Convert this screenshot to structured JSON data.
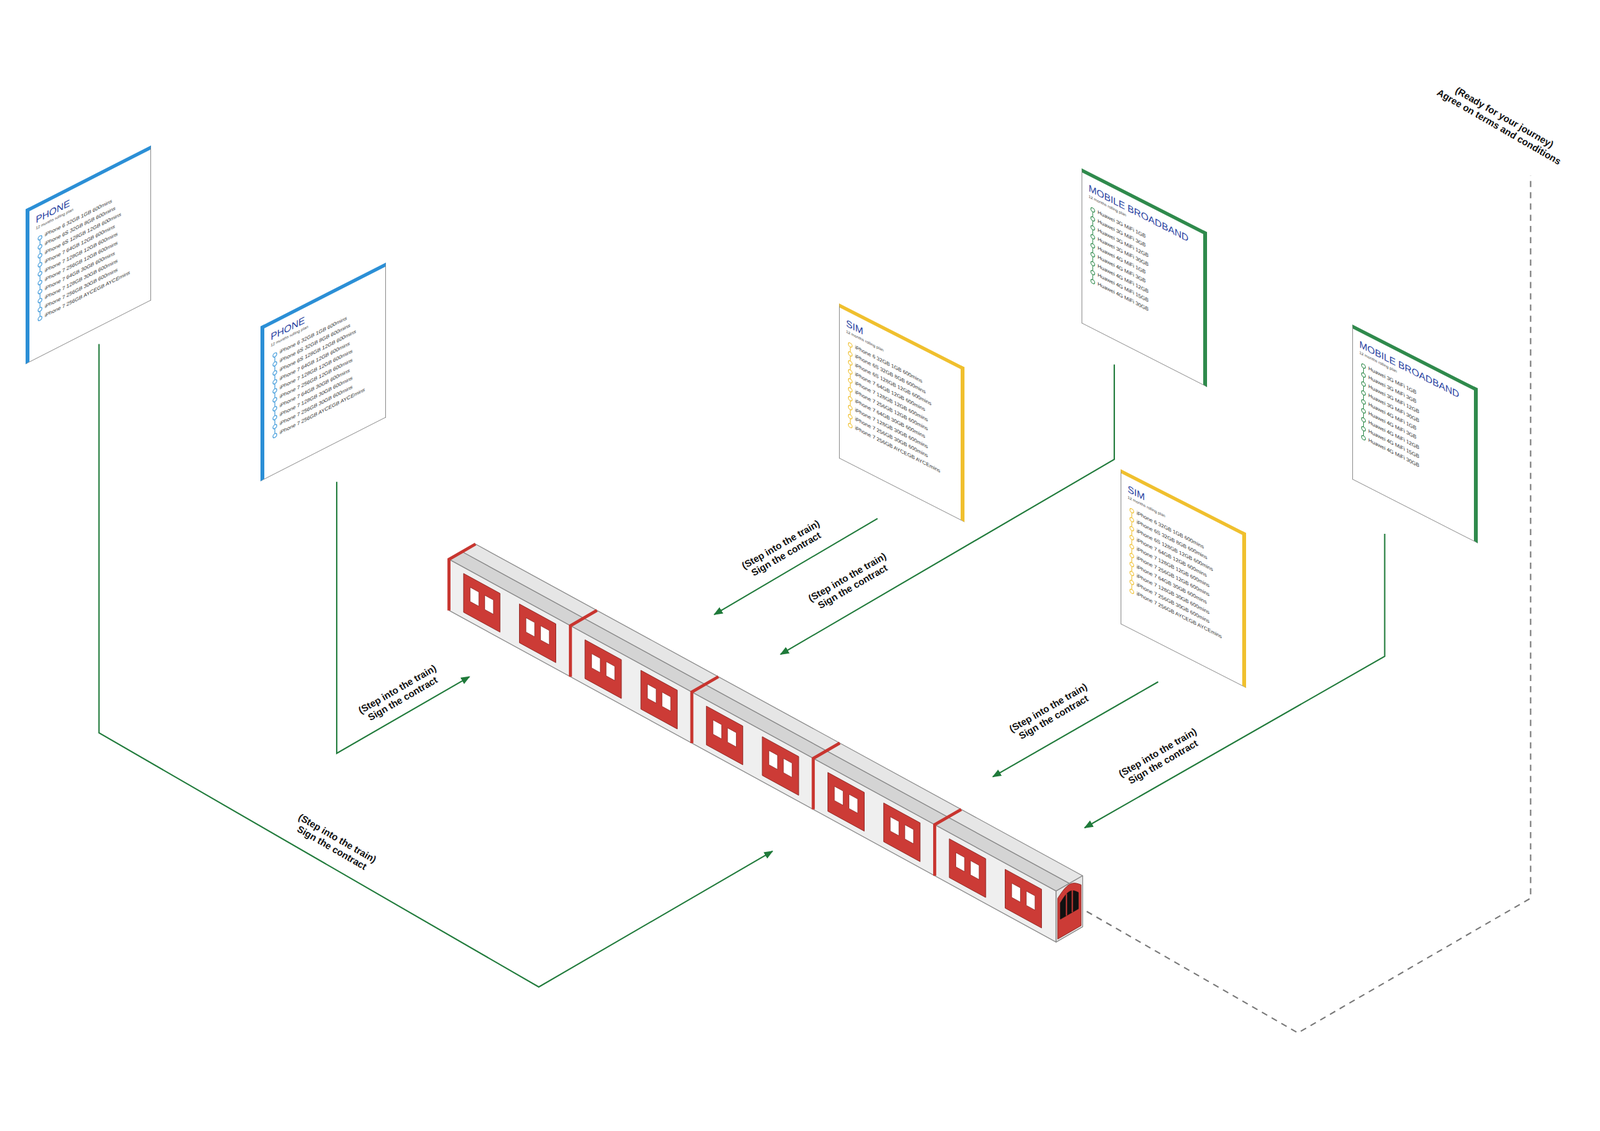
{
  "diagram": {
    "nodes": [
      {
        "text": [
          "PHONE",
          "12 months rolling plan",
          "iPhone 6 32GB 1GB 600mins",
          "iPhone 6S 32GB 8GB 600mins",
          "iPhone 6S 128GB 12GB 600mins",
          "iPhone 7 64GB 12GB 600mins",
          "iPhone 7 128GB 12GB 600mins",
          "iPhone 7 256GB 12GB 600mins",
          "iPhone 7 64GB 30GB 600mins",
          "iPhone 7 128GB 30GB 600mins",
          "iPhone 7 256GB 30GB 600mins",
          "iPhone 7 256GB AYCEGB AYCEmins"
        ]
      },
      {
        "text": [
          "PHONE",
          "12 months rolling plan",
          "iPhone 6 32GB 1GB 600mins",
          "iPhone 6S 32GB 8GB 600mins",
          "iPhone 6S 128GB 12GB 600mins",
          "iPhone 7 64GB 12GB 600mins",
          "iPhone 7 128GB 12GB 600mins",
          "iPhone 7 256GB 12GB 600mins",
          "iPhone 7 64GB 30GB 600mins",
          "iPhone 7 128GB 30GB 600mins",
          "iPhone 7 256GB 30GB 600mins",
          "iPhone 7 256GB AYCEGB AYCEmins"
        ]
      },
      {
        "text": [
          "SIM",
          "12 months rolling plan",
          "iPhone 6 32GB 1GB 600mins",
          "iPhone 6S 32GB 8GB 600mins",
          "iPhone 6S 128GB 12GB 600mins",
          "iPhone 7 64GB 12GB 600mins",
          "iPhone 7 128GB 12GB 600mins",
          "iPhone 7 256GB 12GB 600mins",
          "iPhone 7 64GB 30GB 600mins",
          "iPhone 7 128GB 30GB 600mins",
          "iPhone 7 256GB 30GB 600mins",
          "iPhone 7 256GB AYCEGB AYCEmins"
        ]
      },
      {
        "text": [
          "MOBILE BROADBAND",
          "12 months rolling plan",
          "Huawei 3G MiFi 1GB",
          "Huawei 3G MiFi 3GB",
          "Huawei 3G MiFi 12GB",
          "Huawei 3G MiFi 30GB",
          "Huawei 4G MiFi 1GB",
          "Huawei 4G MiFi 3GB",
          "Huawei 4G MiFi 12GB",
          "Huawei 4G MiFi 15GB",
          "Huawei 4G MiFi 30GB"
        ]
      },
      {
        "text": [
          "SIM",
          "12 months rolling plan",
          "iPhone 6 32GB 1GB 600mins",
          "iPhone 6S 32GB 8GB 600mins",
          "iPhone 6S 128GB 12GB 600mins",
          "iPhone 7 64GB 12GB 600mins",
          "iPhone 7 128GB 12GB 600mins",
          "iPhone 7 256GB 12GB 600mins",
          "iPhone 7 64GB 30GB 600mins",
          "iPhone 7 128GB 30GB 600mins",
          "iPhone 7 256GB 30GB 600mins",
          "iPhone 7 256GB AYCEGB AYCEmins"
        ]
      },
      {
        "text": [
          "MOBILE BROADBAND",
          "12 months rolling plan",
          "Huawei 3G MiFi 1GB",
          "Huawei 3G MiFi 3GB",
          "Huawei 3G MiFi 12GB",
          "Huawei 3G MiFi 30GB",
          "Huawei 4G MiFi 1GB",
          "Huawei 4G MiFi 3GB",
          "Huawei 4G MiFi 12GB",
          "Huawei 4G MiFi 15GB",
          "Huawei 4G MiFi 30GB"
        ]
      }
    ],
    "labels": [
      "(Ready for your journey) Agree on terms and conditions",
      "(Step into the train) Sign the contract",
      "(Step into the train) Sign the contract",
      "(Step into the train) Sign the contract",
      "(Step into the train) Sign the contract",
      "(Step into the train) Sign the contract",
      "(Step into the train) Sign the contract"
    ]
  }
}
